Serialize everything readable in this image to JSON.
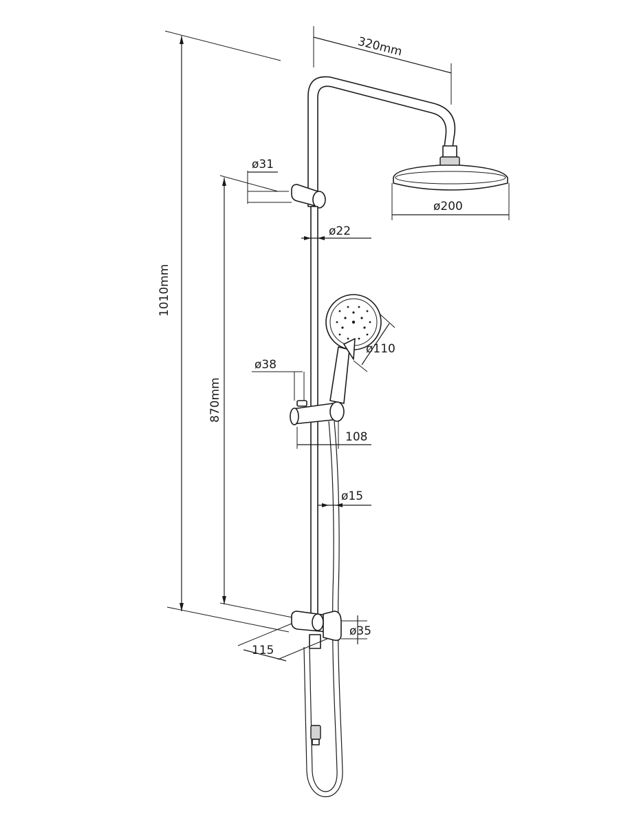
{
  "drawing": {
    "type": "shower-column-dimension-drawing",
    "dimensions": {
      "total_height": "1010mm",
      "arm_reach": "320mm",
      "rail_length": "870mm",
      "overhead_diameter": "ø200",
      "bracket_top_diameter": "ø31",
      "riser_diameter": "ø22",
      "handset_diameter": "ø110",
      "slider_diameter": "ø38",
      "slider_projection": "108",
      "hose_diameter": "ø15",
      "bottom_outlet_diameter": "ø35",
      "wall_projection": "115"
    },
    "colors": {
      "ink": "#1a1a1a",
      "shade": "#d4d4d4",
      "background": "#ffffff"
    }
  }
}
